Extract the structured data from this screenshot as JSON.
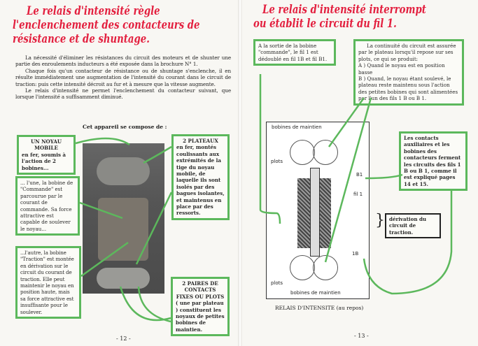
{
  "left_page": {
    "title_lines": [
      "Le relais d'intensité règle",
      "l'enclenchement des contacteurs de",
      "résistance et de shuntage."
    ],
    "paragraphs": [
      "La nécessité d'éliminer les résistances du circuit des moteurs et de shunter une partie des enroulements inducteurs a été exposée dans la brochure N° 1.",
      "Chaque fois qu'un contacteur de résistance ou de shuntage s'enclenche, il en résulte immédiatement une augmentation de l'intensité du courant dans le circuit de traction: puis cette intensité décroit au fur et à mesure que la vitesse augmente.",
      "Le relais d'intensité ne permet l'enclenchement du contacteur suivant, que lorsque l'intensité a suffisamment diminué."
    ],
    "intro": "Cet appareil se compose de :",
    "boxes": {
      "noyau_title": "UN NOYAU MOBILE",
      "noyau_text": "en fer, soumis à l'action de 2 bobines...",
      "plateaux_title": "2 PLATEAUX",
      "plateaux_text": "en fer, montés coulissants aux extrémités de la tige du noyau mobile, de laquelle ils sont isolés par des bagues isolantes, et maintenus en place par des ressorts.",
      "commande_text": "... l'une, la bobine de \"Commande\" est parcourue par le courant de commande. Sa force attractive est capable de soulever le noyau...",
      "traction_text": "...l'autre, la bobine \"Traction\" est montée en dérivation sur le circuit du courant de traction. Elle peut maintenir le noyau en position haute, mais sa force attractive est insuffisante pour le soulever.",
      "plots_title": "2 PAIRES DE CONTACTS FIXES OU PLOTS",
      "plots_text": "( une par plateau ) constituent les noyaux de petites bobines de maintien."
    },
    "page_number": "- 12 -"
  },
  "right_page": {
    "title_lines": [
      "Le relais d'intensité interrompt",
      "ou établit le circuit du fil 1."
    ],
    "boxes": {
      "sortie_text": "A la sortie de la bobine \"commande\", le fil 1 est dédoublé en fil 1B et fil B1.",
      "continuite_text": "La continuité du circuit est assurée par le plateau lorsqu'il repose sur ses plots, ce qui se produit:",
      "continuite_a": "A ) Quand le noyau est en position basse",
      "continuite_b": "B ) Quand, le noyau étant soulevé, le plateau reste maintenu sous l'action des petites bobines qui sont alimentées par l'un des fils 1 B ou B 1.",
      "contacts_text": "Les contacts auxiliaires et les bobines des contacteurs ferment les circuits des fils 1 B ou B 1, comme il est expliqué pages 14 et 15.",
      "derivation_text": "dérivation du circuit de traction."
    },
    "diagram_labels": {
      "bobines_top": "bobines de maintien",
      "plots_top": "plots",
      "b1": "B1",
      "fil1": "fil 1",
      "one_b": "1B",
      "plots_bottom": "plots",
      "bobines_bottom": "bobines de maintien"
    },
    "caption": "RELAIS D'INTENSITE (au repos)",
    "page_number": "- 13 -"
  },
  "colors": {
    "title_red": "#e3203f",
    "box_green": "#5cb85c"
  }
}
